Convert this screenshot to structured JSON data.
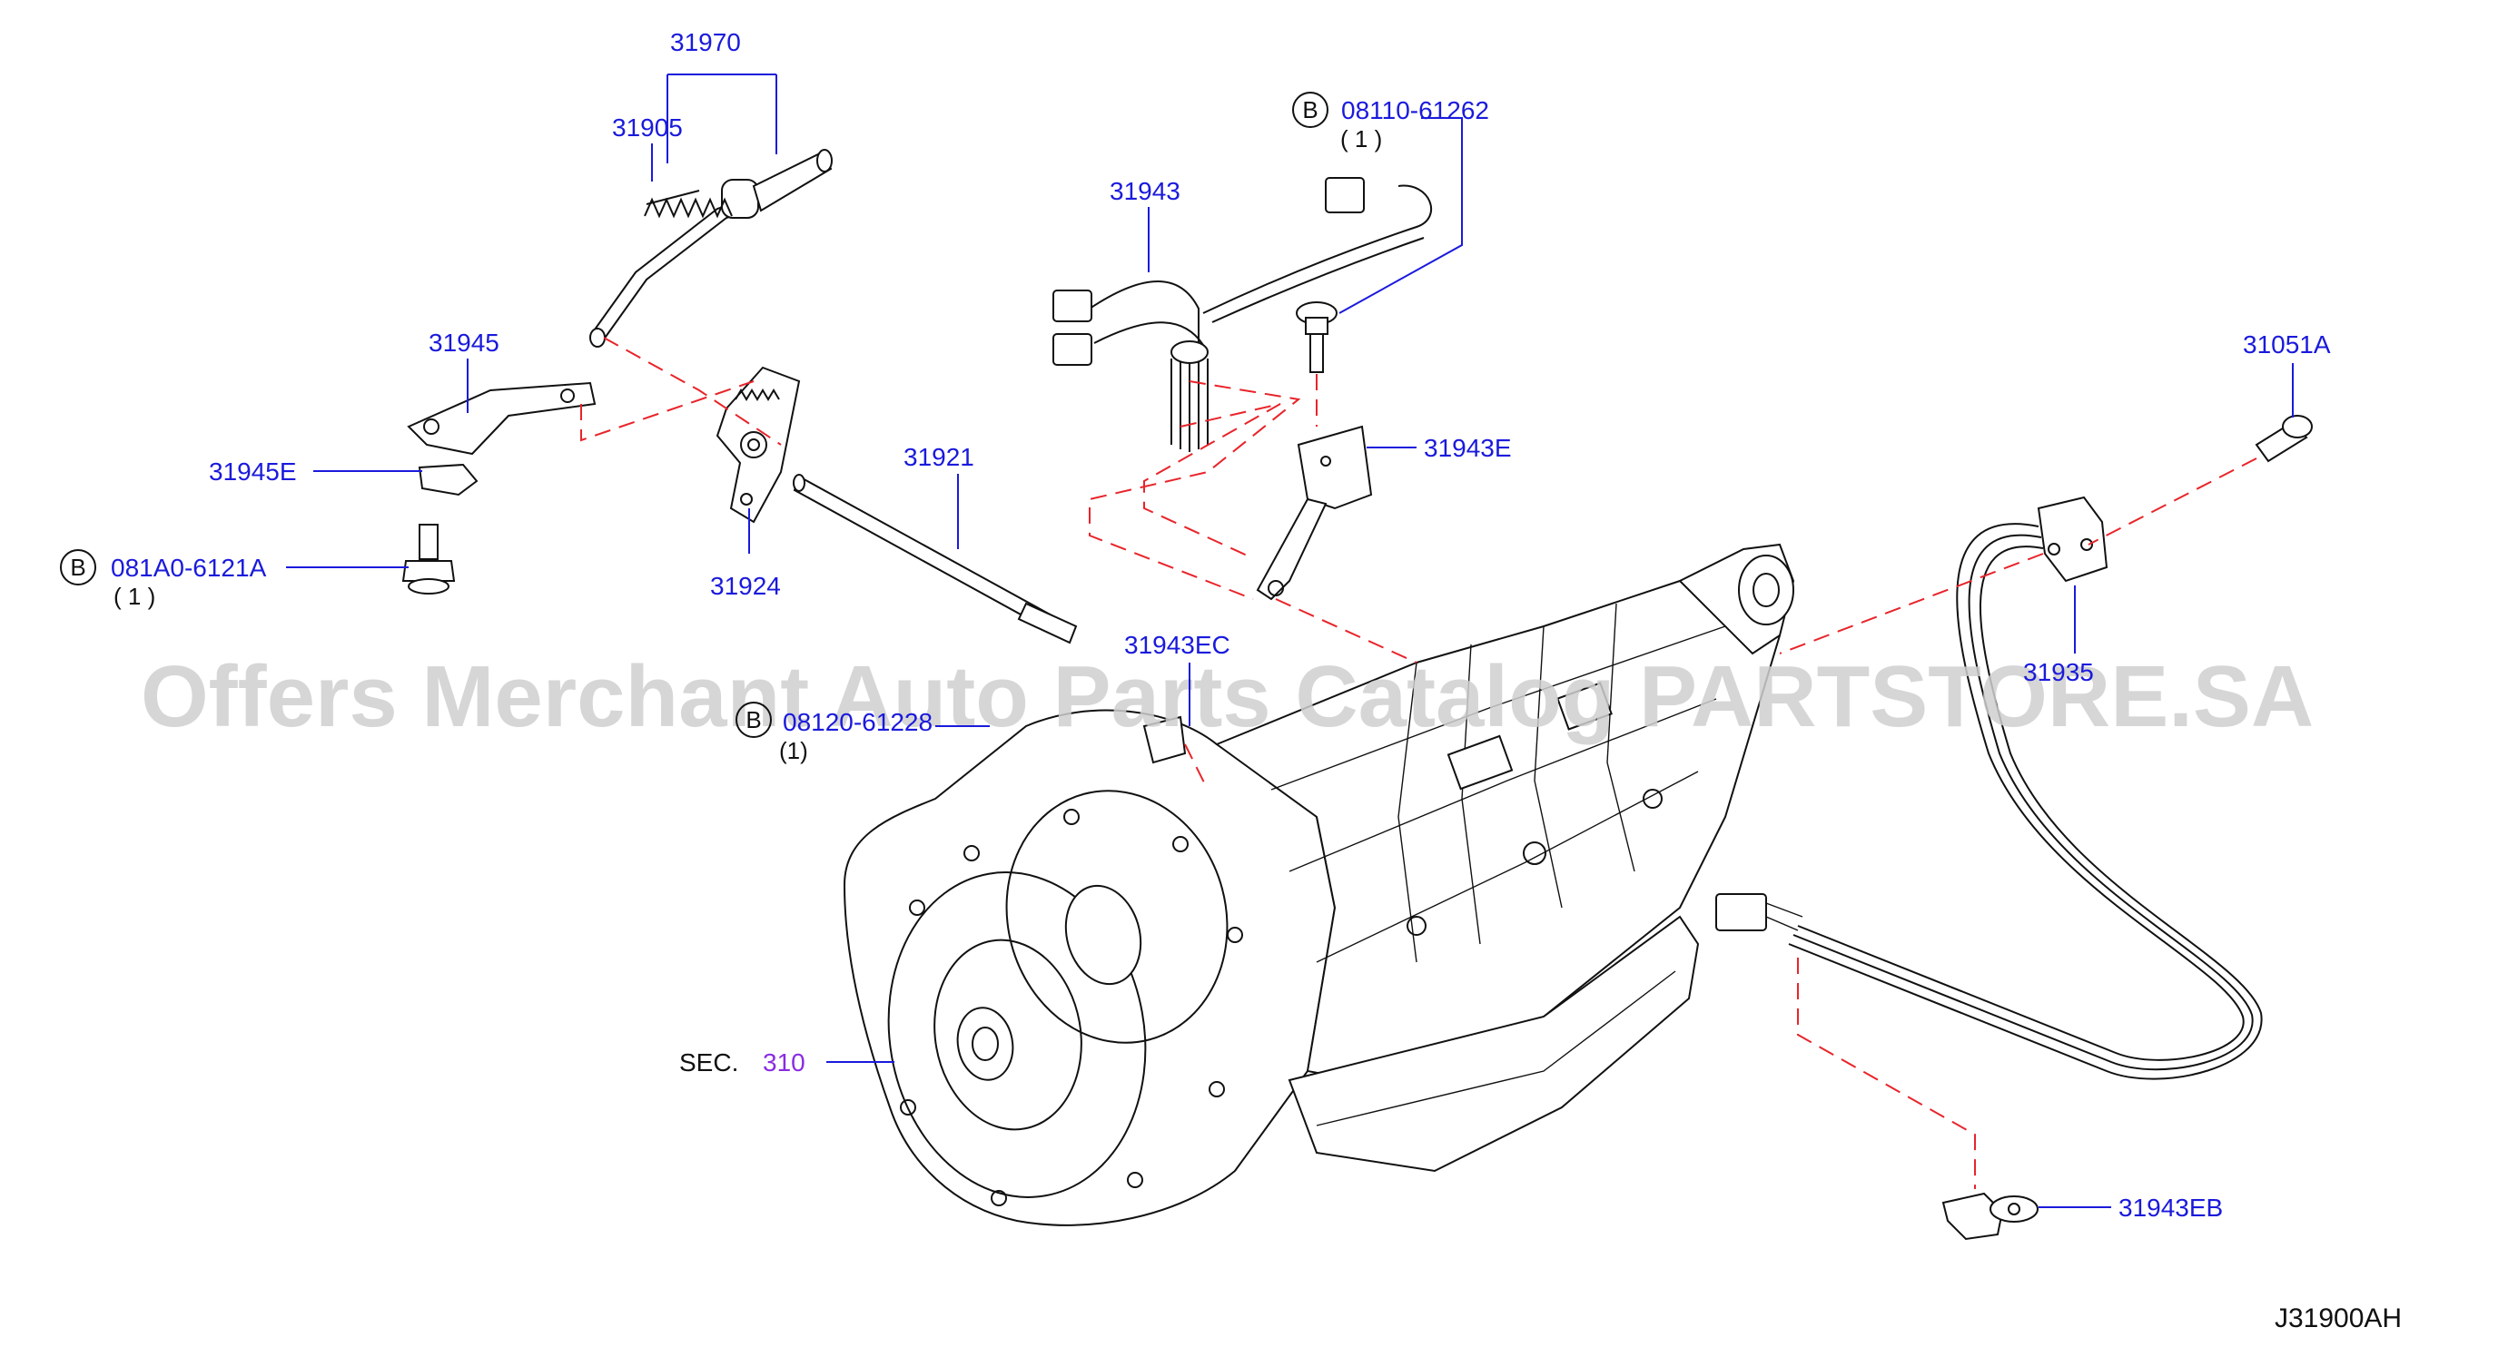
{
  "watermark": "Offers Merchant Auto Parts Catalog PARTSTORE.SA",
  "diagram_code": "J31900AH",
  "section_ref": {
    "prefix": "SEC.",
    "number": "310"
  },
  "bolt_marker": "B",
  "parts": {
    "p31970": "31970",
    "p31905": "31905",
    "p31945": "31945",
    "p31945E": "31945E",
    "p081A0": "081A0-6121A",
    "p081A0_qty": "( 1 )",
    "p31924": "31924",
    "p31921": "31921",
    "p31943": "31943",
    "p08110": "08110-61262",
    "p08110_qty": "( 1 )",
    "p31943E": "31943E",
    "p31943EC": "31943EC",
    "p08120": "08120-61228",
    "p08120_qty": "(1)",
    "p31051A": "31051A",
    "p31935": "31935",
    "p31943EB": "31943EB"
  },
  "colors": {
    "part_number": "#1a1adc",
    "leader_line": "#1a1adc",
    "dashed_guide": "#e8242a",
    "section_number": "#8a2be2",
    "line_art": "#111111"
  }
}
